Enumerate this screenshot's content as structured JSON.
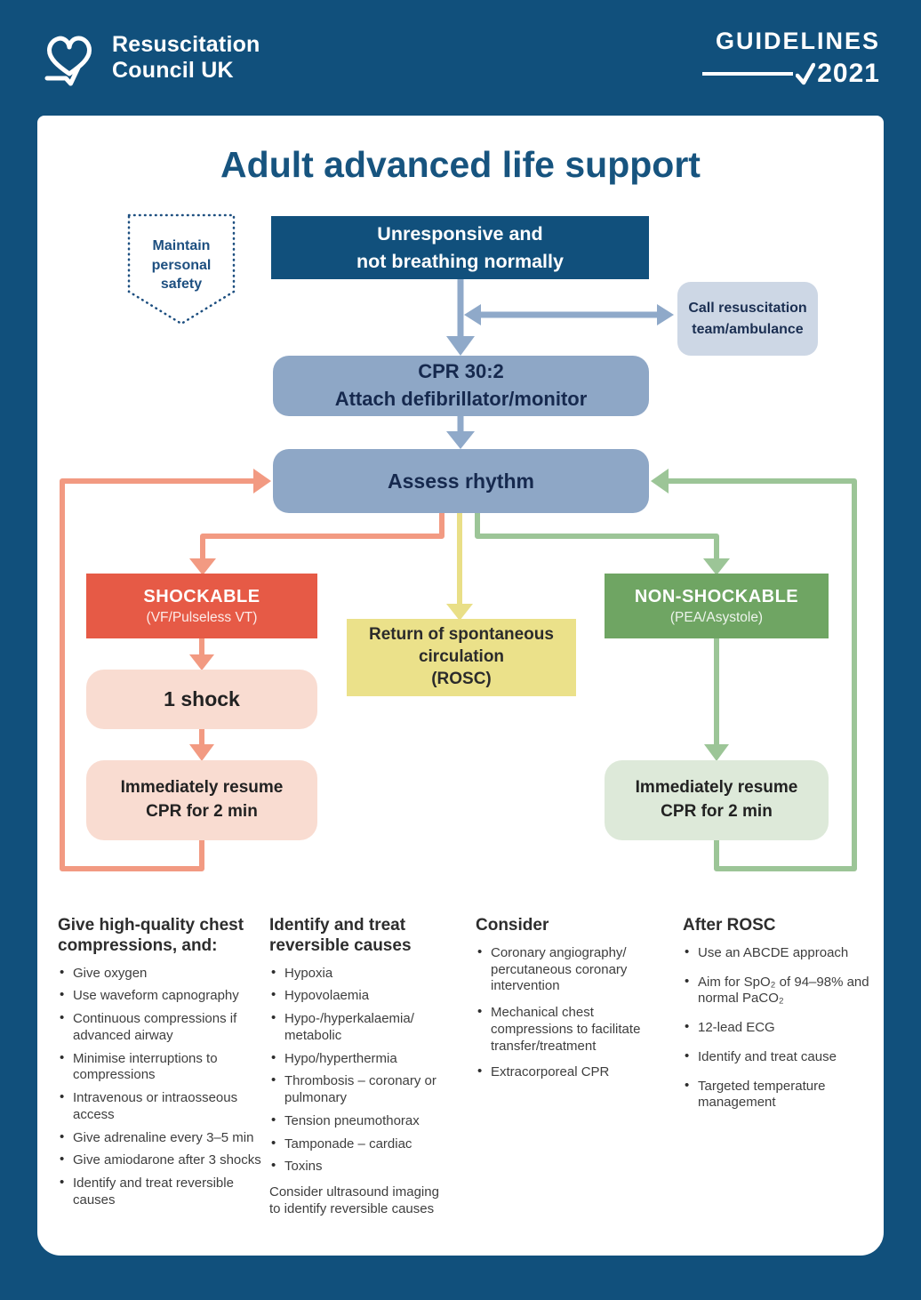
{
  "header": {
    "logo_text": "Resuscitation\nCouncil UK",
    "guidelines_label": "GUIDELINES",
    "guidelines_year": "2021"
  },
  "title": "Adult advanced life support",
  "flowchart": {
    "maintain_safety": "Maintain\npersonal\nsafety",
    "unresponsive": "Unresponsive and\nnot breathing normally",
    "call_team": "Call resuscitation\nteam/ambulance",
    "cpr": "CPR 30:2\nAttach defibrillator/monitor",
    "assess": "Assess rhythm",
    "shockable_title": "SHOCKABLE",
    "shockable_sub": "(VF/Pulseless VT)",
    "nonshockable_title": "NON-SHOCKABLE",
    "nonshockable_sub": "(PEA/Asystole)",
    "rosc": "Return of spontaneous\ncirculation\n(ROSC)",
    "one_shock": "1 shock",
    "resume_left": "Immediately resume\nCPR for 2 min",
    "resume_right": "Immediately resume\nCPR for 2 min"
  },
  "columns": [
    {
      "heading": "Give high-quality chest compressions, and:",
      "bullets": [
        "Give oxygen",
        "Use waveform capnography",
        "Continuous compressions if advanced airway",
        "Minimise interruptions to compressions",
        "Intravenous or intraosseous access",
        "Give adrenaline every 3–5 min",
        "Give amiodarone after 3 shocks",
        "Identify and treat reversible causes"
      ]
    },
    {
      "heading": "Identify and treat reversible causes",
      "bullets": [
        "Hypoxia",
        "Hypovolaemia",
        "Hypo-/hyperkalaemia/ metabolic",
        "Hypo/hyperthermia",
        "Thrombosis – coronary or pulmonary",
        "Tension pneumothorax",
        "Tamponade – cardiac",
        "Toxins"
      ],
      "footer": "Consider ultrasound imaging to identify reversible causes"
    },
    {
      "heading": "Consider",
      "bullets": [
        "Coronary angiography/ percutaneous coronary intervention",
        "Mechanical chest compressions to facilitate transfer/treatment",
        "Extracorporeal CPR"
      ]
    },
    {
      "heading": "After ROSC",
      "bullets": [
        "Use an ABCDE approach",
        "Aim for SpO₂ of 94–98% and normal PaCO₂",
        "12-lead ECG",
        "Identify and treat cause",
        "Targeted temperature management"
      ]
    }
  ],
  "colors": {
    "background_navy": "#11507c",
    "title_navy": "#17547f",
    "box_blue": "#8ea7c6",
    "box_blue_light": "#cdd7e5",
    "arrow_blue": "#8fa9c9",
    "shockable_red": "#e65a46",
    "shockable_pink": "#f9dcd1",
    "arrow_salmon": "#f29a82",
    "rosc_yellow": "#ebe18a",
    "arrow_yellow": "#e9df87",
    "nonshockable_green": "#6fa563",
    "nonshockable_green_light": "#dde9d9",
    "arrow_green": "#9cc597"
  }
}
